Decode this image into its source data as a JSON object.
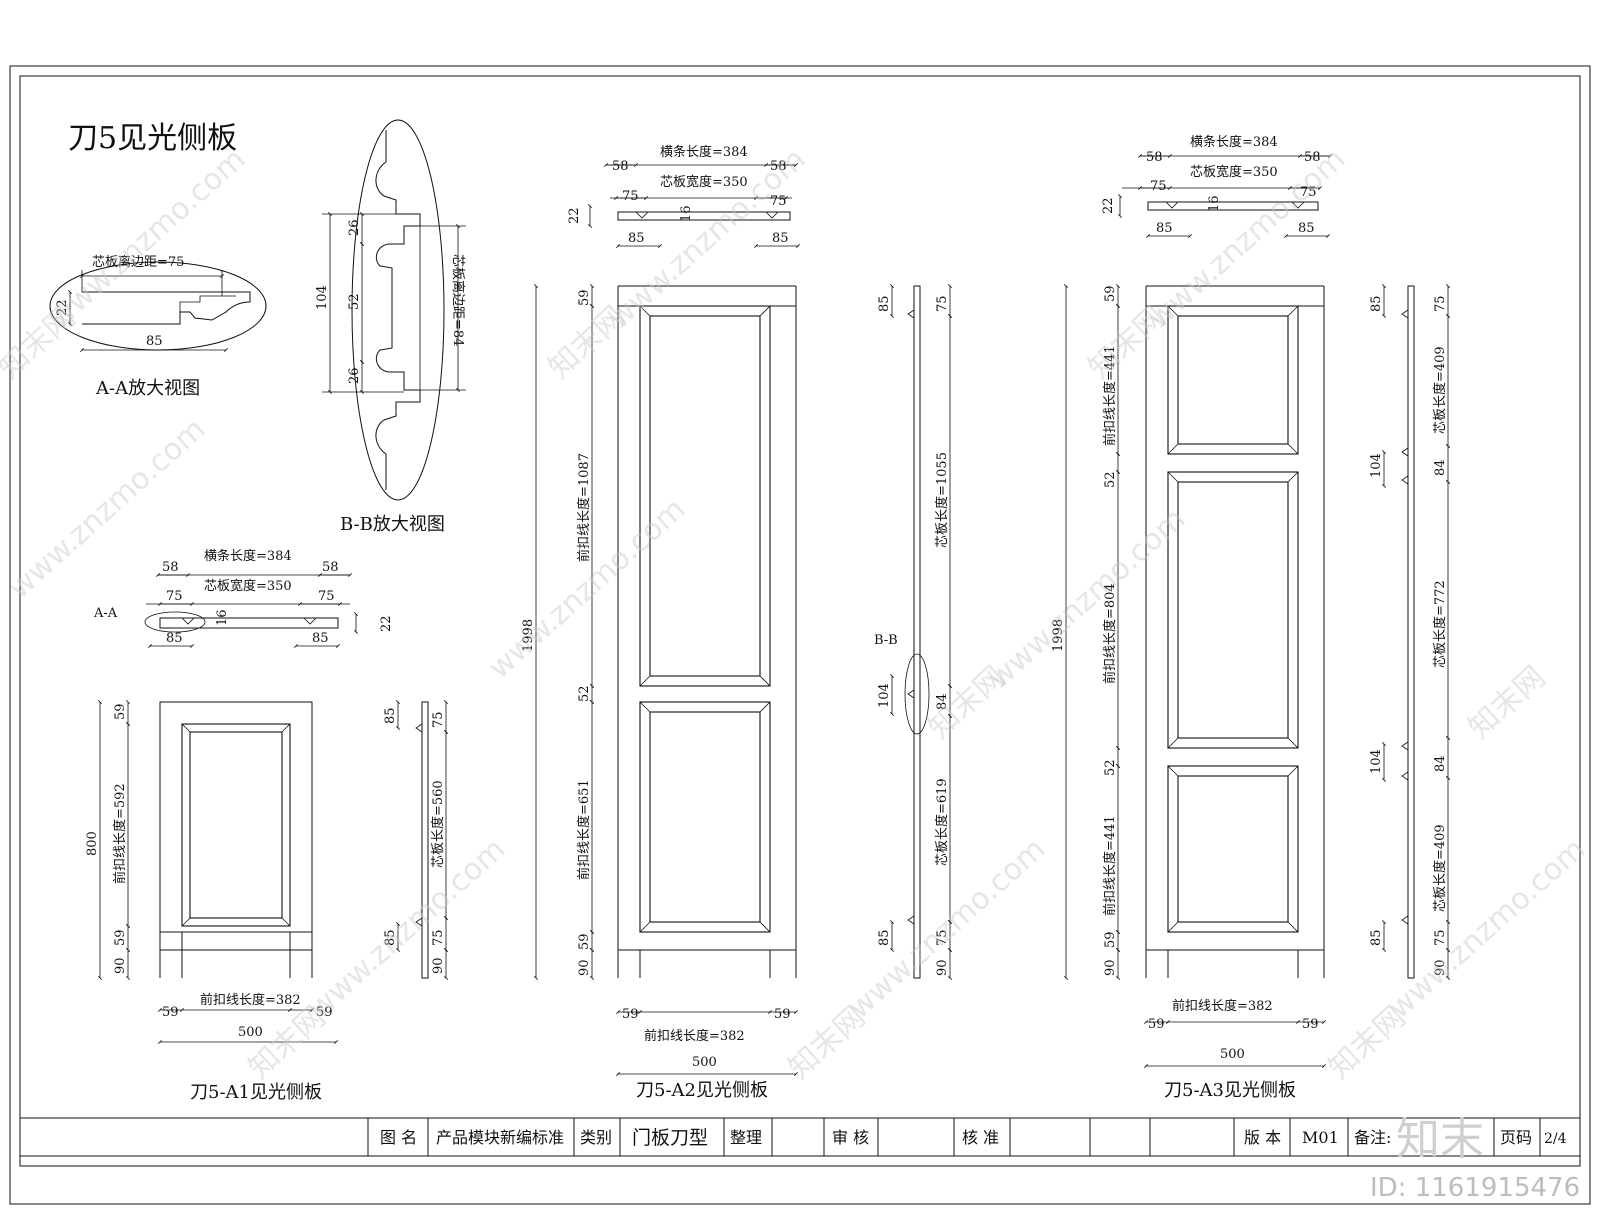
{
  "title": "刀5见光侧板",
  "detail_views": {
    "aa": {
      "caption": "A-A放大视图",
      "edge_label": "芯板离边距=75",
      "dim_thickness": "22",
      "dim_width": "85"
    },
    "bb": {
      "caption": "B-B放大视图",
      "edge_label": "芯板离边距=84",
      "dim_total": "104",
      "dim_top": "26",
      "dim_mid": "52",
      "dim_bottom": "26"
    }
  },
  "doors": {
    "a1": {
      "caption": "刀5-A1见光侧板",
      "section_tag": "A-A",
      "rail_length": "横条长度=384",
      "panel_width": "芯板宽度=350",
      "dim_58": "58",
      "dim_75": "75",
      "dim_16": "16",
      "dim_22": "22",
      "dim_85": "85",
      "height_total": "800",
      "dim_top_rail": "59",
      "line_length": "前扣线长度=592",
      "dim_bottom_rail": "59",
      "dim_leg": "90",
      "bottom_line_length": "前扣线长度=382",
      "dim_stile": "59",
      "width_total": "500",
      "side_85": "85",
      "side_75": "75",
      "side_panel_length": "芯板长度=560",
      "side_90": "90"
    },
    "a2": {
      "caption": "刀5-A2见光侧板",
      "rail_length": "横条长度=384",
      "panel_width": "芯板宽度=350",
      "dim_58": "58",
      "dim_75": "75",
      "dim_16": "16",
      "dim_22": "22",
      "dim_85": "85",
      "height_total": "1998",
      "dim_top_rail": "59",
      "line_length_upper": "前扣线长度=1087",
      "dim_mid_rail": "52",
      "line_length_lower": "前扣线长度=651",
      "dim_bottom_rail": "59",
      "dim_leg": "90",
      "dim_stile": "59",
      "bottom_line_length": "前扣线长度=382",
      "width_total": "500",
      "section_tag": "B-B",
      "side_85": "85",
      "side_75": "75",
      "side_panel_upper": "芯板长度=1055",
      "side_104": "104",
      "side_84": "84",
      "side_panel_lower": "芯板长度=619",
      "side_90": "90"
    },
    "a3": {
      "caption": "刀5-A3见光侧板",
      "rail_length": "横条长度=384",
      "panel_width": "芯板宽度=350",
      "dim_58": "58",
      "dim_75": "75",
      "dim_16": "16",
      "dim_22": "22",
      "dim_85": "85",
      "height_total": "1998",
      "dim_top_rail": "59",
      "line_length_top": "前扣线长度=441",
      "dim_mid_rail": "52",
      "line_length_middle": "前扣线长度=804",
      "line_length_bottom": "前扣线长度=441",
      "dim_bottom_rail": "59",
      "dim_leg": "90",
      "dim_stile": "59",
      "bottom_line_length": "前扣线长度=382",
      "width_total": "500",
      "side_85": "85",
      "side_75": "75",
      "side_panel_top": "芯板长度=409",
      "side_104": "104",
      "side_84": "84",
      "side_panel_middle": "芯板长度=772",
      "side_panel_bottom": "芯板长度=409",
      "side_90": "90"
    }
  },
  "title_block": {
    "drawing_name_label": "图 名",
    "drawing_name": "产品模块新编标准",
    "category_label": "类别",
    "category": "门板刀型",
    "arranged_label": "整理",
    "review_label": "审 核",
    "approve_label": "核 准",
    "version_label": "版 本",
    "version": "M01",
    "note_label": "备注:",
    "page_label": "页码",
    "page": "2/4"
  },
  "watermark": {
    "site": "www.znzmo.com",
    "brand_cn": "知末网",
    "brand_logo": "知末",
    "image_id": "ID: 1161915476"
  },
  "colors": {
    "line": "#111111",
    "watermark": "#c8c8c8"
  }
}
